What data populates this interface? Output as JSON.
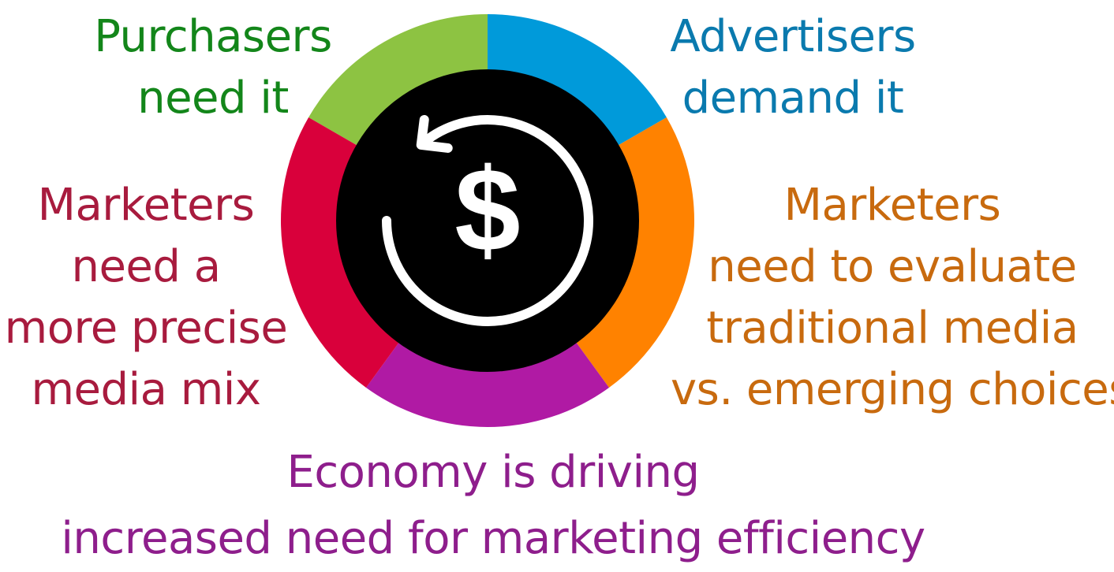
{
  "segments": [
    {
      "id": "purchasers",
      "color": "#8DC342",
      "start": 300,
      "end": 360
    },
    {
      "id": "advertisers",
      "color": "#009ADA",
      "start": 0,
      "end": 60
    },
    {
      "id": "marketers_right",
      "color": "#FF8200",
      "start": 60,
      "end": 144
    },
    {
      "id": "economy",
      "color": "#B01AA4",
      "start": 144,
      "end": 216
    },
    {
      "id": "marketers_left",
      "color": "#D9003B",
      "start": 216,
      "end": 300
    }
  ],
  "labels": {
    "purchasers": {
      "color": "#13861A",
      "lines": [
        "Purchasers",
        "need it"
      ]
    },
    "advertisers": {
      "color": "#0A7AAE",
      "lines": [
        "Advertisers",
        "demand it"
      ]
    },
    "marketers_left": {
      "color": "#A81B3E",
      "lines": [
        "Marketers",
        "need a",
        "more precise",
        "media mix"
      ]
    },
    "marketers_right": {
      "color": "#C86A0E",
      "lines": [
        "Marketers",
        "need to evaluate",
        "traditional media",
        "vs. emerging choices"
      ]
    },
    "economy": {
      "color": "#8E1E8C",
      "lines": [
        "Economy is driving",
        "increased need for marketing efficiency"
      ]
    }
  },
  "center": {
    "background": "#000000",
    "symbol": "$",
    "icon": "refresh-dollar-icon",
    "icon_color": "#ffffff"
  }
}
